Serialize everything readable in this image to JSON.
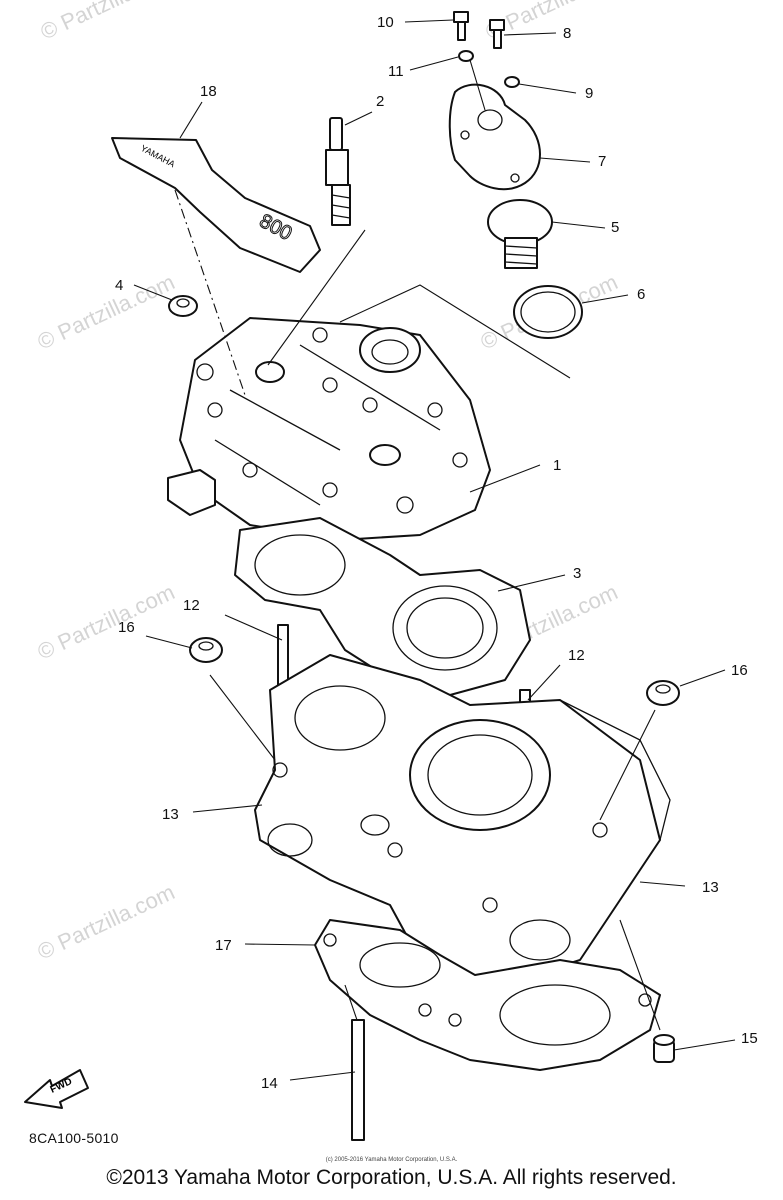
{
  "diagram": {
    "callouts": [
      "1",
      "2",
      "3",
      "4",
      "5",
      "6",
      "7",
      "8",
      "9",
      "10",
      "11",
      "12",
      "12",
      "13",
      "13",
      "14",
      "15",
      "16",
      "16",
      "17",
      "18"
    ],
    "watermark": "© Partzilla.com",
    "gasket_text": "YAMAHA",
    "gasket_number": "800",
    "fwd_label": "FWD",
    "drawing_code": "8CA100-5010",
    "small_copyright": "(c) 2005-2016 Yamaha Motor Corporation, U.S.A.",
    "copyright": "©2013 Yamaha Motor Corporation, U.S.A. All rights reserved."
  }
}
